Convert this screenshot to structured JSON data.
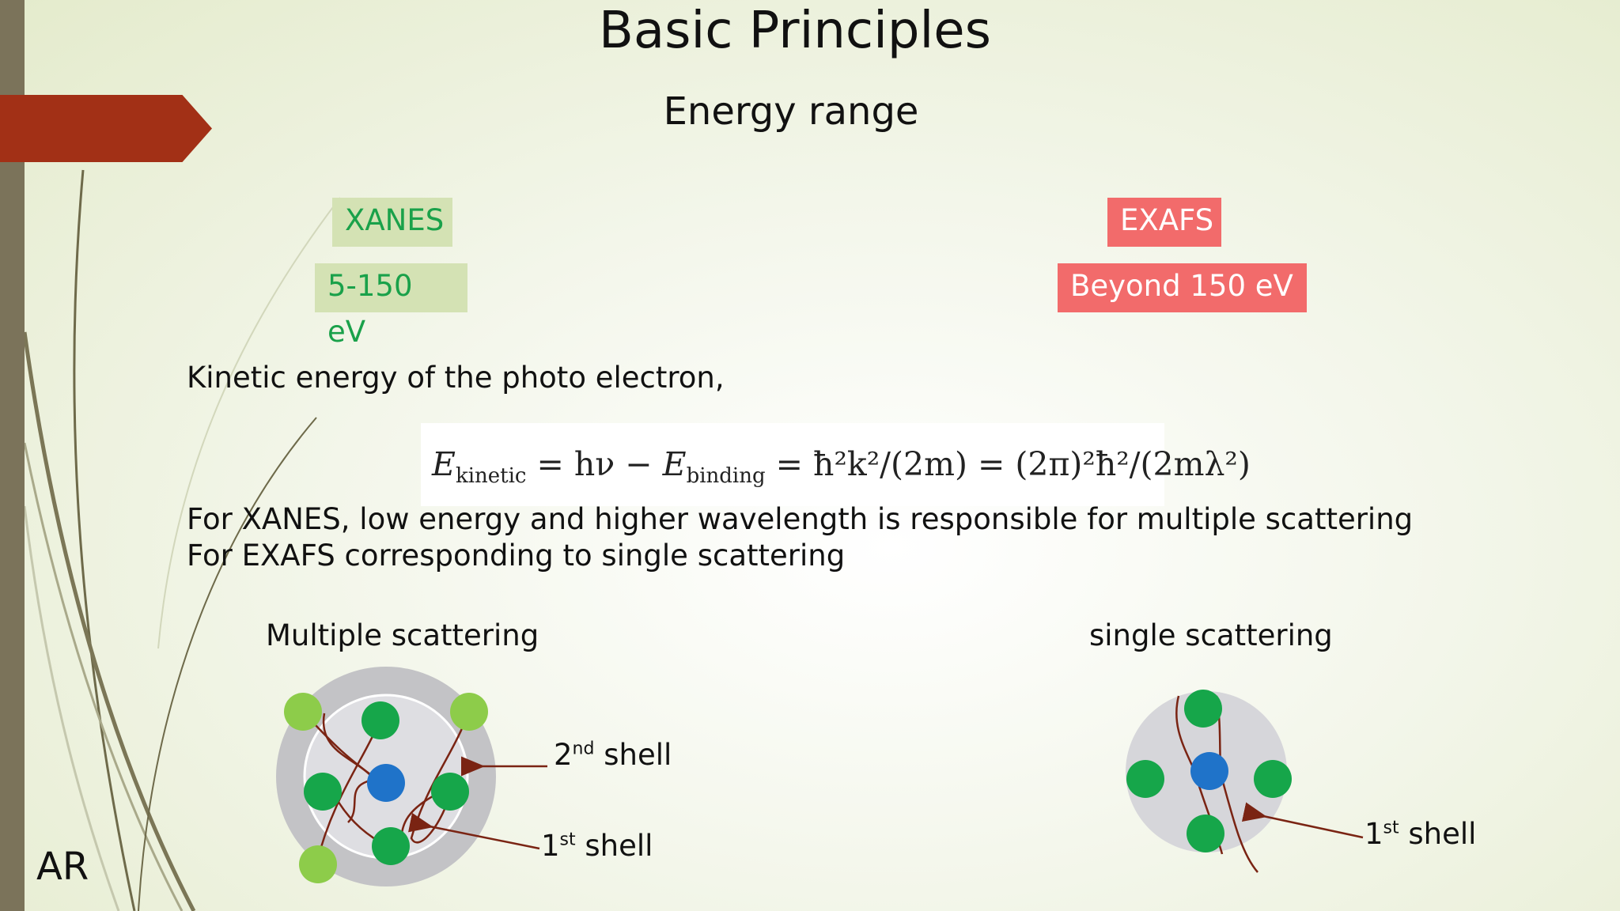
{
  "slide": {
    "title": "Basic Principles",
    "subtitle": "Energy range",
    "corner_text": "AR"
  },
  "xanes": {
    "label": "XANES",
    "range": "5-150 eV",
    "color": "#1aa14a"
  },
  "exafs": {
    "label": "EXAFS",
    "range": "Beyond 150 eV",
    "color": "#f26b6b"
  },
  "body": {
    "kinetic_intro": "Kinetic energy of the photo electron,",
    "line1": "For XANES, low energy and higher wavelength is responsible for multiple scattering",
    "line2": "For EXAFS corresponding to single scattering"
  },
  "formula": {
    "e": "E",
    "kinetic_sub": "kinetic",
    "eq1": " = hν − ",
    "binding_sub": "binding",
    "rest": " = ħ²k²/(2m) = (2π)²ħ²/(2mλ²)"
  },
  "diagrams": {
    "multiple": {
      "title": "Multiple scattering",
      "shell2": "2",
      "shell2_sup": "nd",
      "shell2_word": " shell",
      "shell1": "1",
      "shell1_sup": "st",
      "shell1_word": " shell"
    },
    "single": {
      "title": "single scattering",
      "shell1": "1",
      "shell1_sup": "st",
      "shell1_word": " shell"
    }
  },
  "colors": {
    "accent_tab": "#a23016",
    "center_atom": "#1f73c9",
    "first_shell_atom": "#16a64a",
    "outer_atom": "#8dcc4a",
    "path": "#7a2413"
  }
}
